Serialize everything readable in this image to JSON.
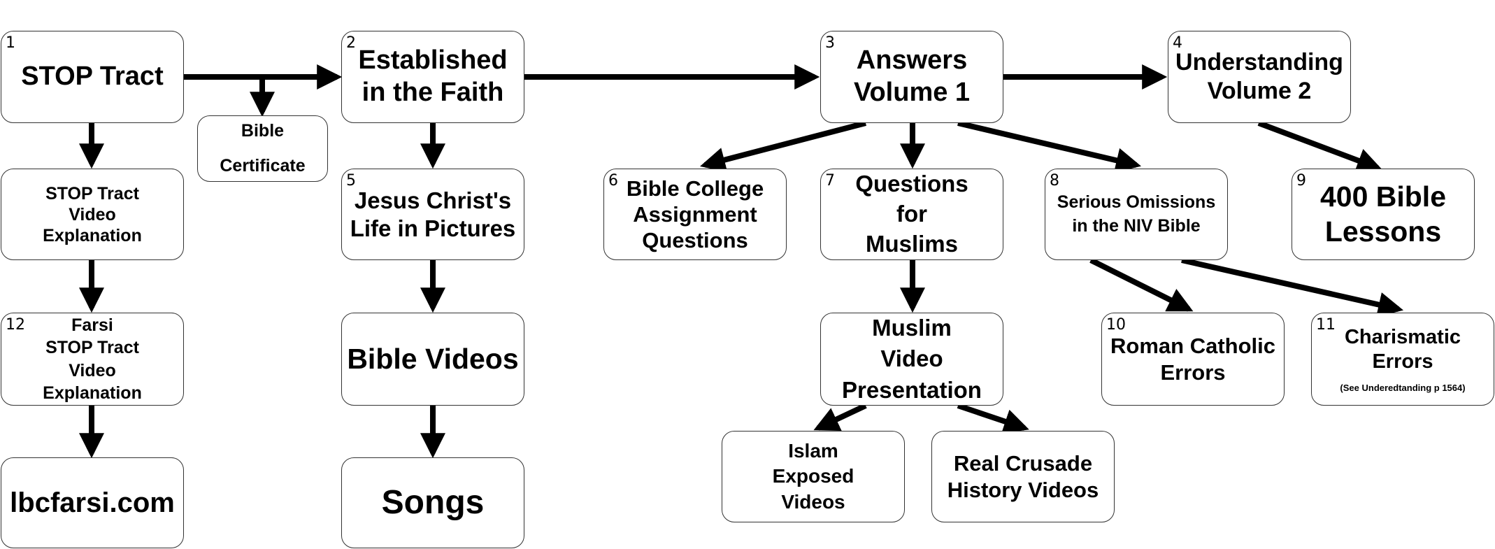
{
  "colors": {
    "line": "#000000",
    "border": "#333333",
    "background": "#ffffff"
  },
  "nodes": {
    "stop_tract": {
      "number": "1",
      "label": "STOP Tract"
    },
    "established": {
      "number": "2",
      "label": "Established\nin the Faith"
    },
    "answers": {
      "number": "3",
      "label": "Answers\nVolume 1"
    },
    "understanding": {
      "number": "4",
      "label": "Understanding\nVolume 2"
    },
    "jesus_christ": {
      "number": "5",
      "label": "Jesus Christ's\nLife in Pictures"
    },
    "bible_college": {
      "number": "6",
      "label": "Bible College\nAssignment\nQuestions"
    },
    "questions_muslims": {
      "number": "7",
      "label": "Questions\nfor\nMuslims"
    },
    "serious_omissions": {
      "number": "8",
      "label": "Serious Omissions\nin the NIV Bible"
    },
    "bible_lessons": {
      "number": "9",
      "label": "400 Bible\nLessons"
    },
    "roman_catholic": {
      "number": "10",
      "label": "Roman Catholic\nErrors"
    },
    "charismatic": {
      "number": "11",
      "label": "Charismatic Errors",
      "note": "(See Underedtanding p 1564)"
    },
    "farsi_stop": {
      "number": "12",
      "label": "Farsi\nSTOP Tract\nVideo\nExplanation"
    },
    "bible_certificate": {
      "label": "Bible\n\nCertificate"
    },
    "stop_video": {
      "label": "STOP Tract\nVideo\nExplanation"
    },
    "lbcfarsi": {
      "label": "lbcfarsi.com"
    },
    "bible_videos": {
      "label": "Bible Videos"
    },
    "songs": {
      "label": "Songs"
    },
    "muslim_video": {
      "label": "Muslim\nVideo\nPresentation"
    },
    "islam_exposed": {
      "label": "Islam\nExposed\nVideos"
    },
    "real_crusade": {
      "label": "Real Crusade\nHistory Videos"
    }
  }
}
